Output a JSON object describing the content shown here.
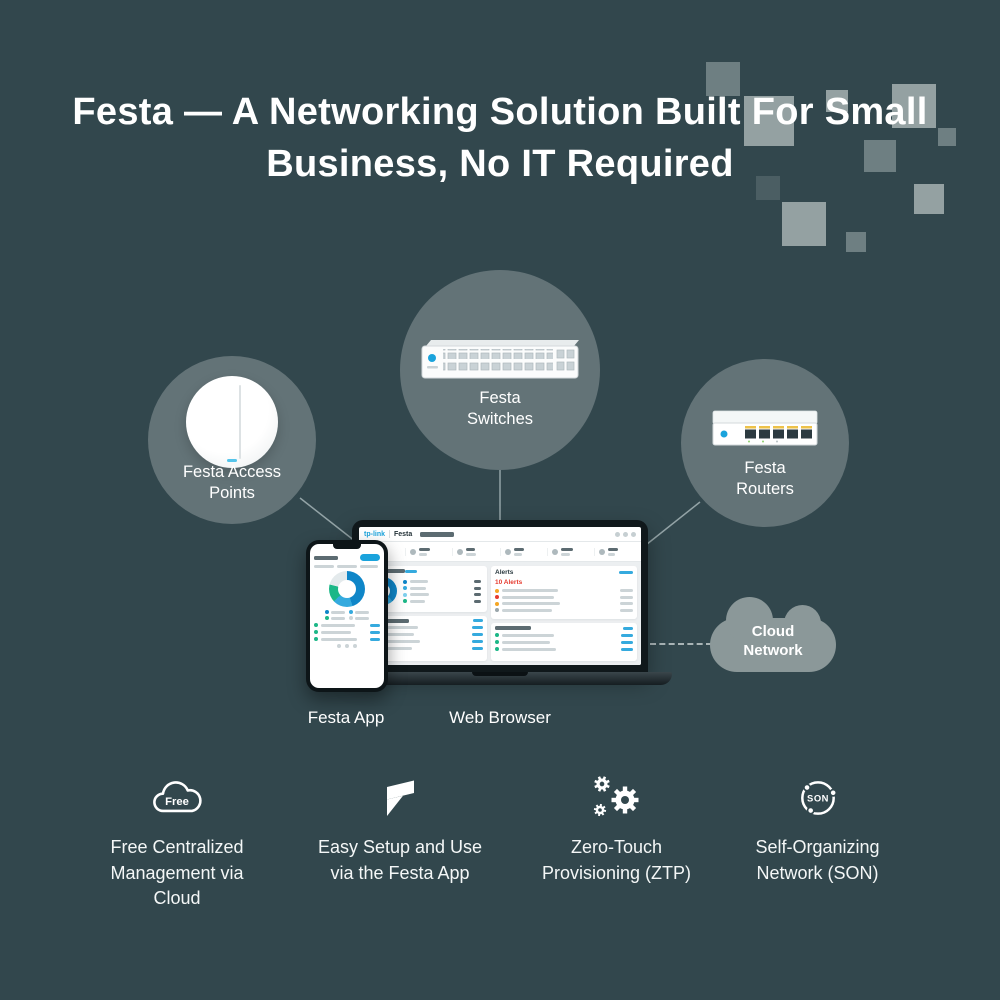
{
  "colors": {
    "background": "#32474d",
    "circle_fill": "rgba(255,255,255,0.24)",
    "brand_blue": "#1aa3dc",
    "alert_red": "#e63a2e",
    "success_green": "#1cb787",
    "warning_orange": "#f5a623",
    "cloud_gray": "#8b9899",
    "text_white": "#ffffff"
  },
  "title": {
    "line1": "Festa — A Networking Solution Built For Small",
    "line2": "Business, No IT Required"
  },
  "devices": {
    "access_points": {
      "label": "Festa Access Points"
    },
    "switches": {
      "label": "Festa Switches"
    },
    "routers": {
      "label": "Festa Routers"
    }
  },
  "center": {
    "app_label": "Festa App",
    "browser_label": "Web Browser",
    "cloud_label": "Cloud Network"
  },
  "dashboard": {
    "brand": "tp-link",
    "product": "Festa",
    "alerts_title": "Alerts",
    "alerts_count": "10 Alerts"
  },
  "features": [
    {
      "icon": "free-cloud-icon",
      "icon_label": "Free",
      "text": "Free Centralized Management via Cloud"
    },
    {
      "icon": "festa-logo-icon",
      "icon_label": "",
      "text": "Easy Setup and Use via the Festa App"
    },
    {
      "icon": "gears-icon",
      "icon_label": "",
      "text": "Zero-Touch Provisioning (ZTP)"
    },
    {
      "icon": "son-icon",
      "icon_label": "SON",
      "text": "Self-Organizing Network (SON)"
    }
  ]
}
